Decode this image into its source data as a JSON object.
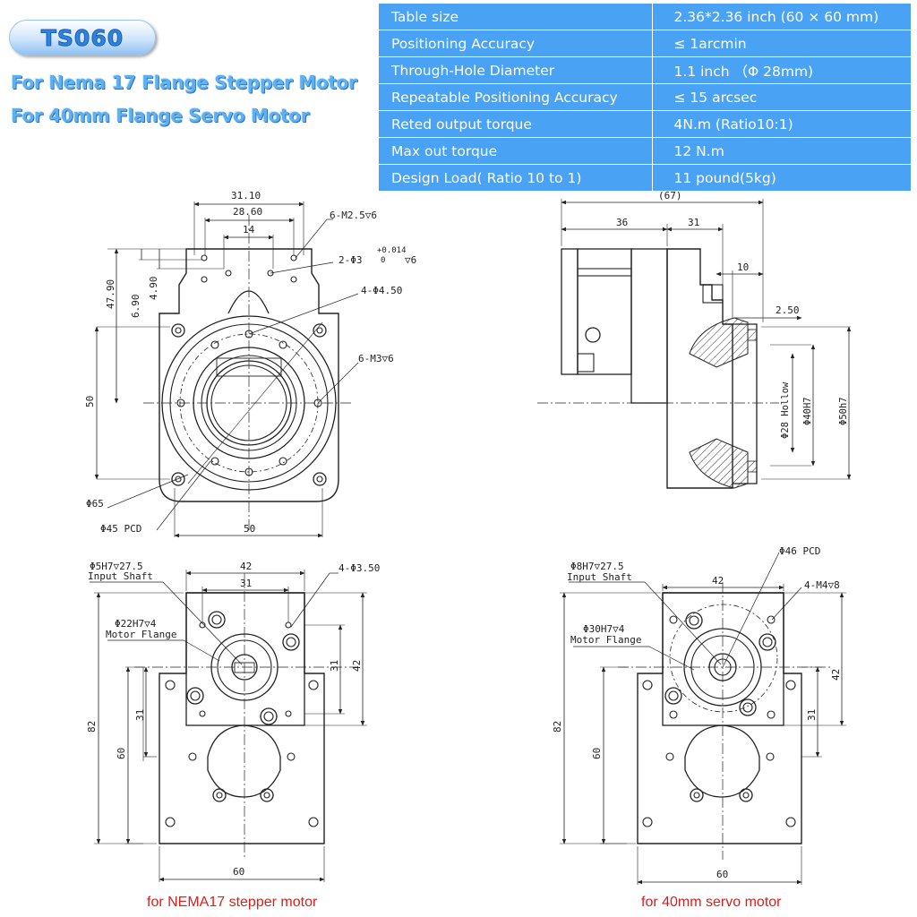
{
  "header": {
    "model": "TS060",
    "line1": "For Nema 17 Flange Stepper Motor",
    "line2": "For 40mm Flange Servo Motor"
  },
  "specs": [
    {
      "label": "Table size",
      "value": "2.36*2.36 inch (60 × 60 mm)"
    },
    {
      "label": "Positioning Accuracy",
      "value": "≤ 1arcmin"
    },
    {
      "label": "Through-Hole Diameter",
      "value": "1.1 inch （Φ 28mm)"
    },
    {
      "label": "Repeatable Positioning Accuracy",
      "value": "≤ 15 arcsec"
    },
    {
      "label": "Reted output torque",
      "value": "4N.m (Ratio10:1)"
    },
    {
      "label": "Max out torque",
      "value": "12 N.m"
    },
    {
      "label": "Design Load( Ratio 10 to 1)",
      "value": "11 pound(5kg)"
    }
  ],
  "front_view": {
    "dim_top1": "31.10",
    "dim_top2": "28.60",
    "dim_top3": "14",
    "dim_47": "47.90",
    "dim_690": "6.90",
    "dim_490": "4.90",
    "dim_50v": "50",
    "dim_50h": "50",
    "note_m25": "6-M2.5▽6",
    "note_phi3": "2-Φ3",
    "note_tol": "+0.014",
    "note_tol0": "0",
    "note_tol_depth": "▽6",
    "note_phi450": "4-Φ4.50",
    "note_m3": "6-M3▽6",
    "note_phi65": "Φ65",
    "note_pcd45": "Φ45 PCD"
  },
  "side_view": {
    "dim_67": "(67)",
    "dim_36": "36",
    "dim_31": "31",
    "dim_10": "10",
    "dim_250": "2.50",
    "dim_hollow": "Φ28 Hollow",
    "dim_40h7": "Φ40H7",
    "dim_50h7": "Φ50h7"
  },
  "nema_view": {
    "note_shaft": "Φ5H7▽27.5",
    "note_shaft_label": "Input Shaft",
    "note_flange": "Φ22H7▽4",
    "note_flange_label": "Motor Flange",
    "note_holes": "4-Φ3.50",
    "dim_42h": "42",
    "dim_31h": "31",
    "dim_31v": "31",
    "dim_42v": "42",
    "dim_31l": "31",
    "dim_82": "82",
    "dim_60v": "60",
    "dim_60h": "60",
    "caption": "for NEMA17 stepper motor"
  },
  "servo_view": {
    "note_shaft": "Φ8H7▽27.5",
    "note_shaft_label": "Input Shaft",
    "note_flange": "Φ30H7▽4",
    "note_flange_label": "Motor Flange",
    "note_pcd": "Φ46 PCD",
    "note_holes": "4-M4▽8",
    "dim_42h": "42",
    "dim_42v": "42",
    "dim_31v": "31",
    "dim_82": "82",
    "dim_60v": "60",
    "dim_60h": "60",
    "caption": "for 40mm servo motor"
  },
  "colors": {
    "table_bg": "#4aa2f5",
    "caption": "#d9201c",
    "headline": "#5eb1f0"
  }
}
